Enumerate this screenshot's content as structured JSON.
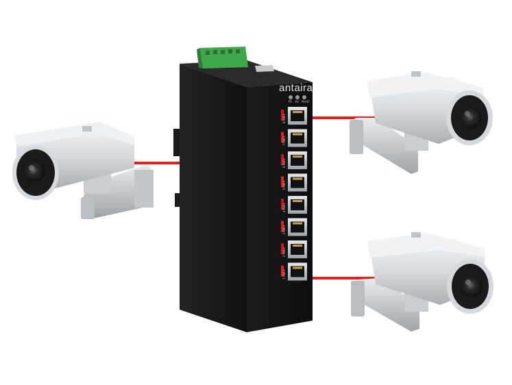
{
  "switch": {
    "brand": "antaira",
    "led_labels": [
      "P1",
      "P2",
      "FAULT"
    ],
    "port_count": 8,
    "port_labels": [
      "8 PoE+",
      "7 PoE+",
      "6 PoE+",
      "5 PoE+",
      "4 PoE+",
      "3 PoE+",
      "2 PoE+",
      "1 PoE+"
    ]
  },
  "colors": {
    "cable": "#e0201f",
    "switch_body": "#151515",
    "camera_body": "#d9dde1",
    "terminal_block": "#3fa64a"
  },
  "devices": [
    "camera-left",
    "camera-top-right",
    "camera-bottom-right"
  ]
}
